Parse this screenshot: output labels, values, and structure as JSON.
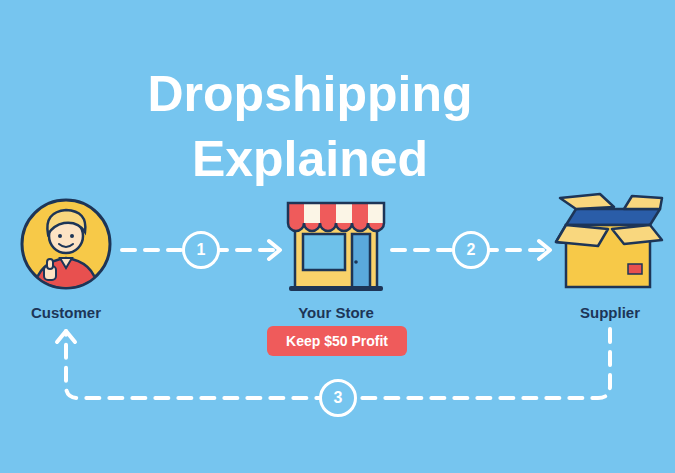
{
  "diagram": {
    "title": "Dropshipping Explained",
    "nodes": [
      {
        "text": [
          "Customer"
        ]
      },
      {
        "text": [
          "Your Store"
        ]
      },
      {
        "text": [
          "Keep $50 Profit"
        ]
      },
      {
        "text": [
          "Supplier"
        ]
      }
    ],
    "edges": [
      {
        "from": 0,
        "to": 1,
        "arrow": "to",
        "label": "1"
      },
      {
        "from": 1,
        "to": 3,
        "arrow": "to",
        "label": "2"
      },
      {
        "from": 3,
        "to": 0,
        "arrow": "to",
        "label": "3"
      }
    ]
  }
}
